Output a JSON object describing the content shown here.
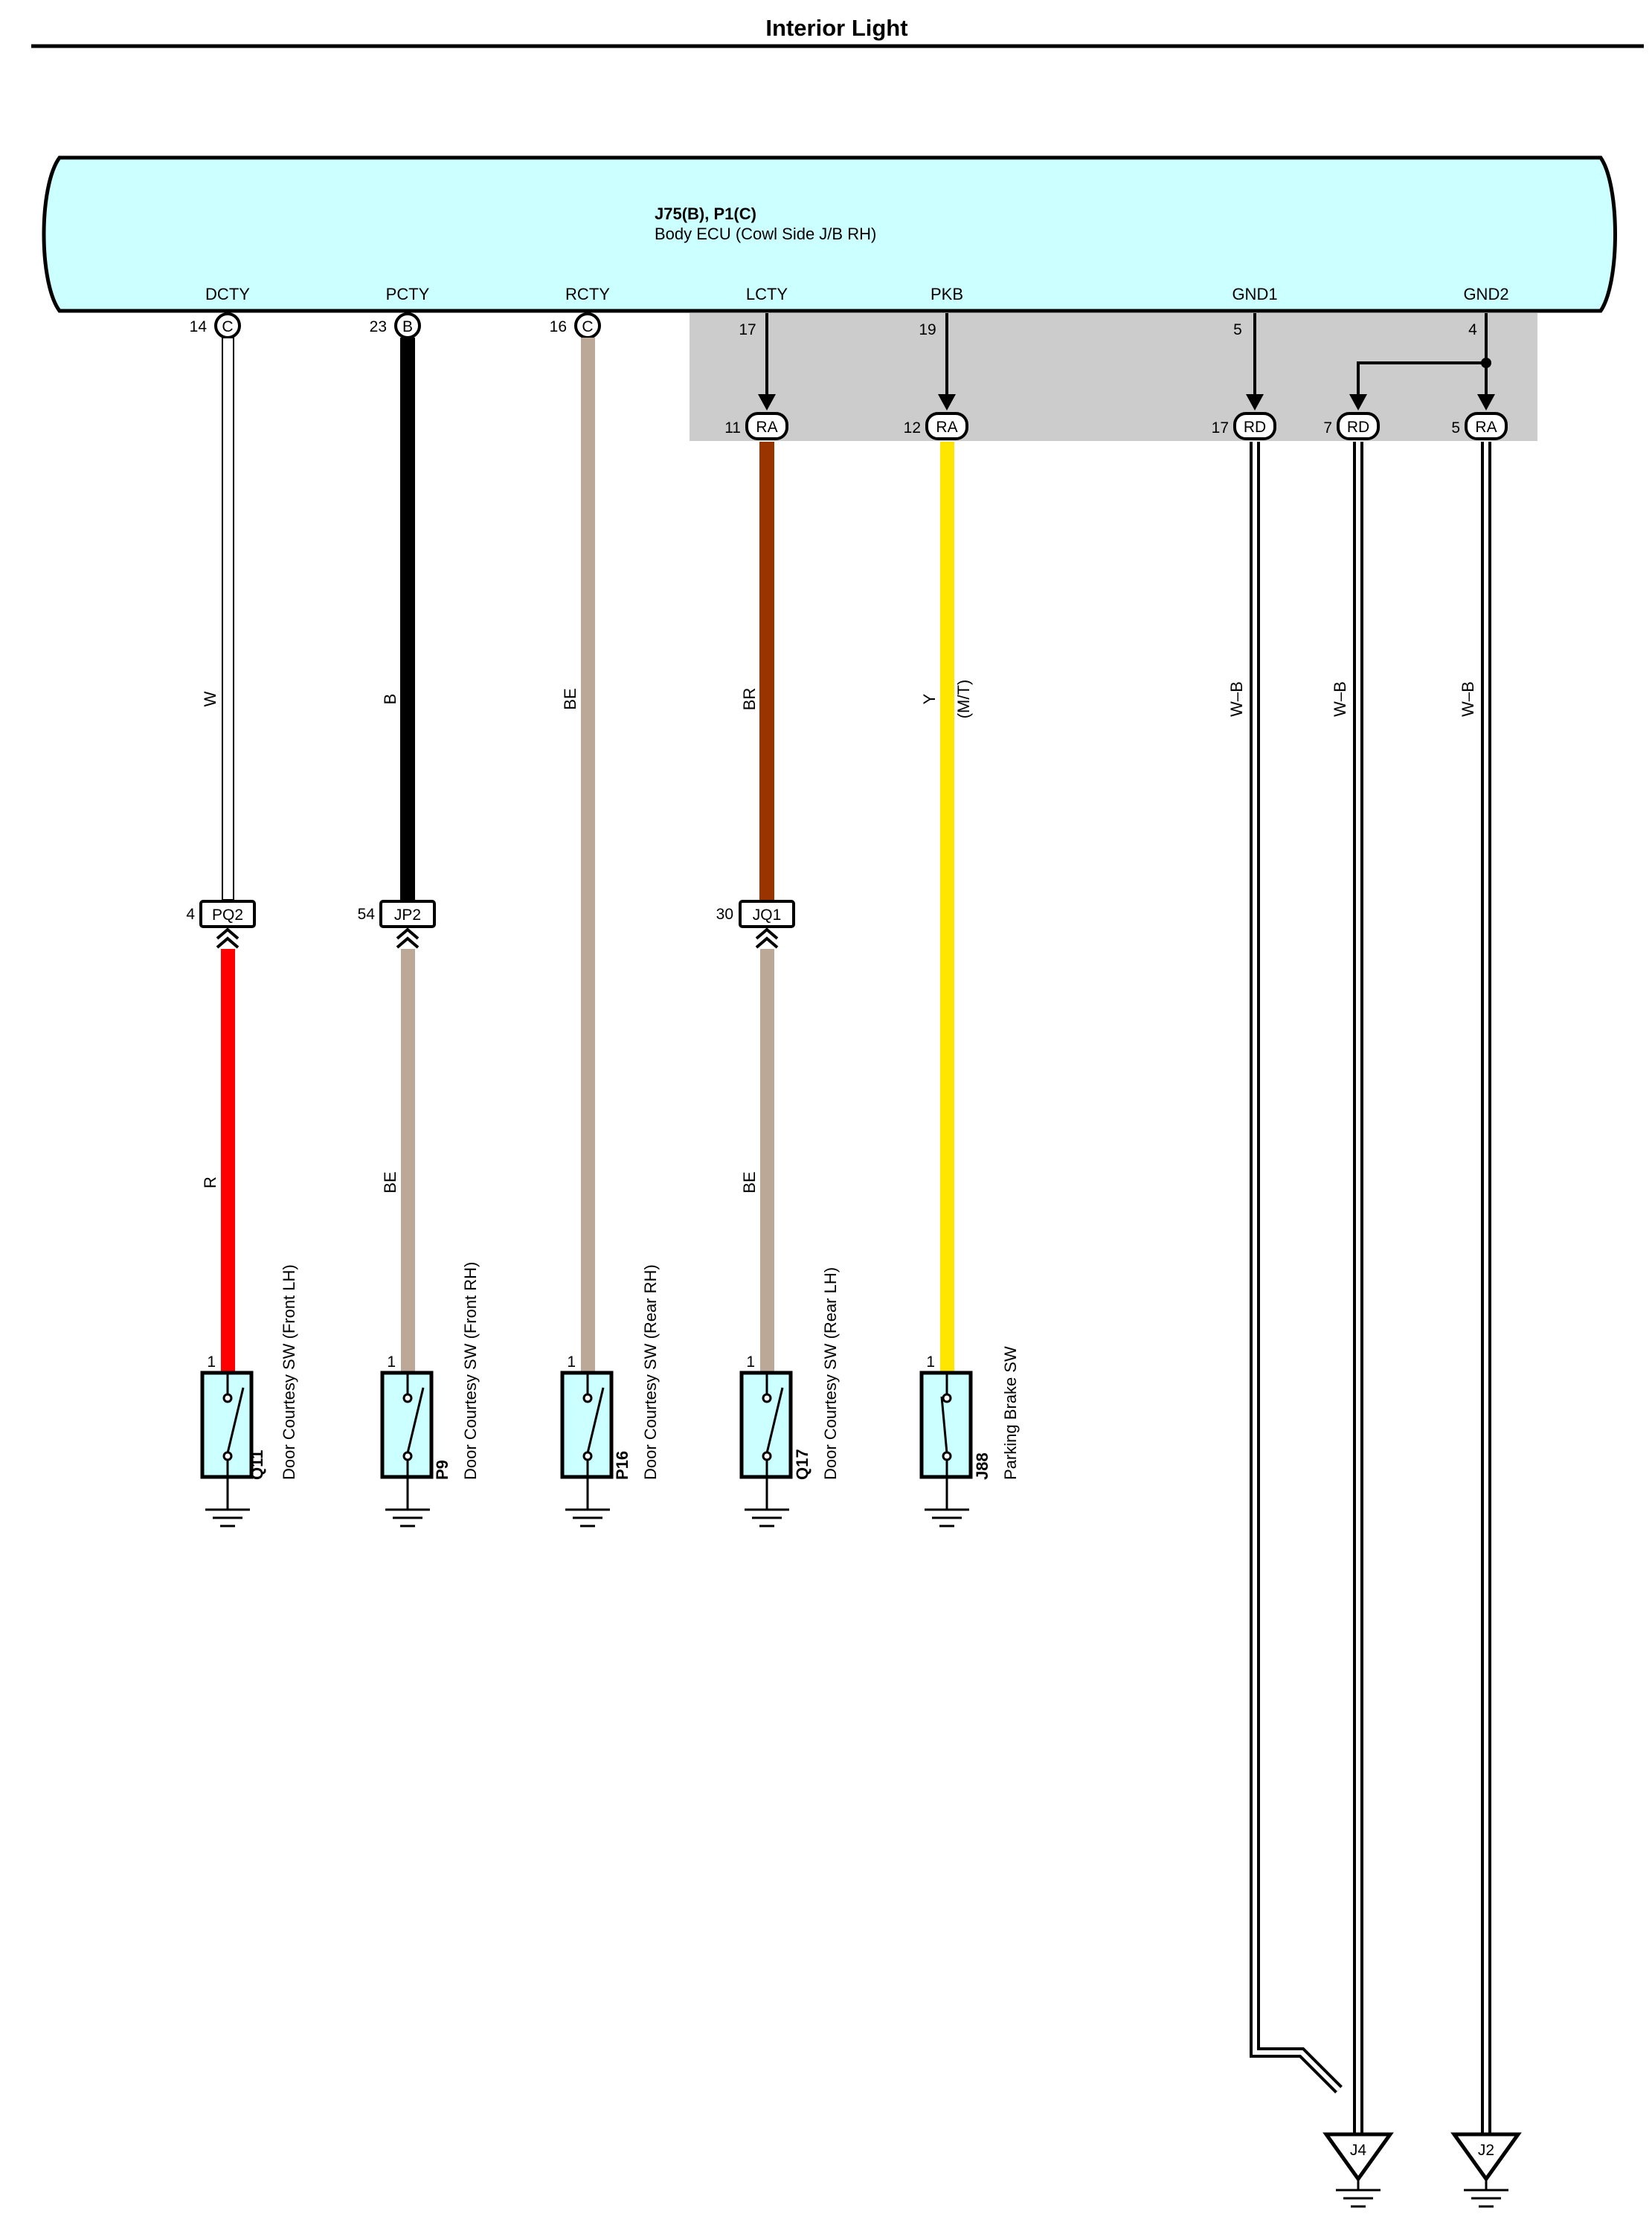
{
  "title": "Interior Light",
  "ecu": {
    "code": "J75(B), P1(C)",
    "name": "Body ECU (Cowl Side J/B RH)"
  },
  "circuits": [
    {
      "pin_name": "DCTY",
      "pin_num": "14",
      "conn": "C",
      "wire_top": "W",
      "color_top": "#ffffff",
      "junction": {
        "pin": "4",
        "conn": "PQ2"
      },
      "wire_bottom": "R",
      "color_bottom": "#ff0000",
      "sw_pin": "1",
      "comp_code": "Q11",
      "comp_name": "Door Courtesy SW (Front LH)"
    },
    {
      "pin_name": "PCTY",
      "pin_num": "23",
      "conn": "B",
      "wire_top": "B",
      "color_top": "#000000",
      "junction": {
        "pin": "54",
        "conn": "JP2"
      },
      "wire_bottom": "BE",
      "color_bottom": "#bba897",
      "sw_pin": "1",
      "comp_code": "P9",
      "comp_name": "Door Courtesy SW (Front RH)"
    },
    {
      "pin_name": "RCTY",
      "pin_num": "16",
      "conn": "C",
      "wire_top": "BE",
      "color_top": "#bba897",
      "sw_pin": "1",
      "comp_code": "P16",
      "comp_name": "Door Courtesy SW (Rear RH)"
    },
    {
      "pin_name": "LCTY",
      "pin_num": "17",
      "inline": {
        "pin": "11",
        "conn": "RA"
      },
      "wire_top": "BR",
      "color_top": "#993300",
      "junction": {
        "pin": "30",
        "conn": "JQ1"
      },
      "wire_bottom": "BE",
      "color_bottom": "#bba897",
      "sw_pin": "1",
      "comp_code": "Q17",
      "comp_name": "Door Courtesy SW (Rear LH)"
    },
    {
      "pin_name": "PKB",
      "pin_num": "19",
      "inline": {
        "pin": "12",
        "conn": "RA"
      },
      "wire_top": "Y",
      "color_top": "#ffe600",
      "wire_note": "(M/T)",
      "sw_pin": "1",
      "comp_code": "J88",
      "comp_name": "Parking Brake SW"
    }
  ],
  "grounds": [
    {
      "pin_name": "GND1",
      "pin_num": "5",
      "inline": {
        "pin": "17",
        "conn": "RD"
      },
      "wire": "W–B"
    },
    {
      "pin_name": "GND2",
      "pin_num": "4",
      "inline_a": {
        "pin": "7",
        "conn": "RD"
      },
      "wire_a": "W–B",
      "inline_b": {
        "pin": "5",
        "conn": "RA"
      },
      "wire_b": "W–B"
    }
  ],
  "ground_points": [
    "J4",
    "J2"
  ],
  "colors": {
    "ecu_fill": "#ccffff",
    "inline_fill": "#cccccc",
    "switch_fill": "#ccffff",
    "wire_gnd": "#000000"
  }
}
